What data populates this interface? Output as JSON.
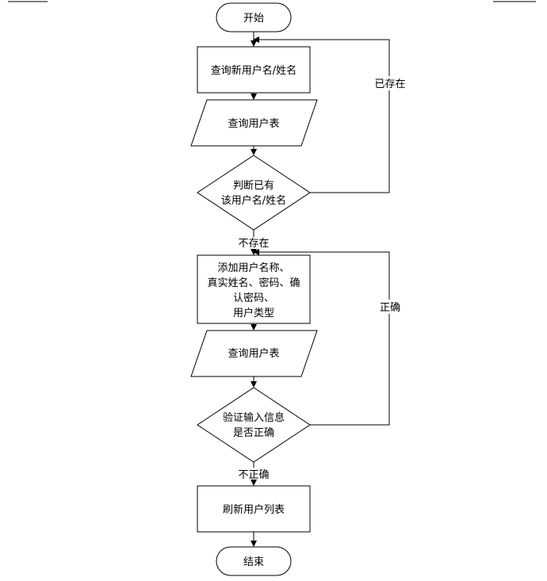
{
  "nodes": {
    "start": "开始",
    "query_name": "查询新用户名/姓名",
    "query_table_1": "查询用户表",
    "judge": [
      "判断已有",
      "该用户名/姓名"
    ],
    "add_user": [
      "添加用户名称、",
      "真实姓名、密码、确",
      "认密码、",
      "用户类型"
    ],
    "query_table_2": "查询用户表",
    "verify": [
      "验证输入信息",
      "是否正确"
    ],
    "refresh": "刷新用户列表",
    "end": "结束"
  },
  "edges": {
    "exists": "已存在",
    "not_exists": "不存在",
    "correct": "正确",
    "incorrect": "不正确"
  }
}
